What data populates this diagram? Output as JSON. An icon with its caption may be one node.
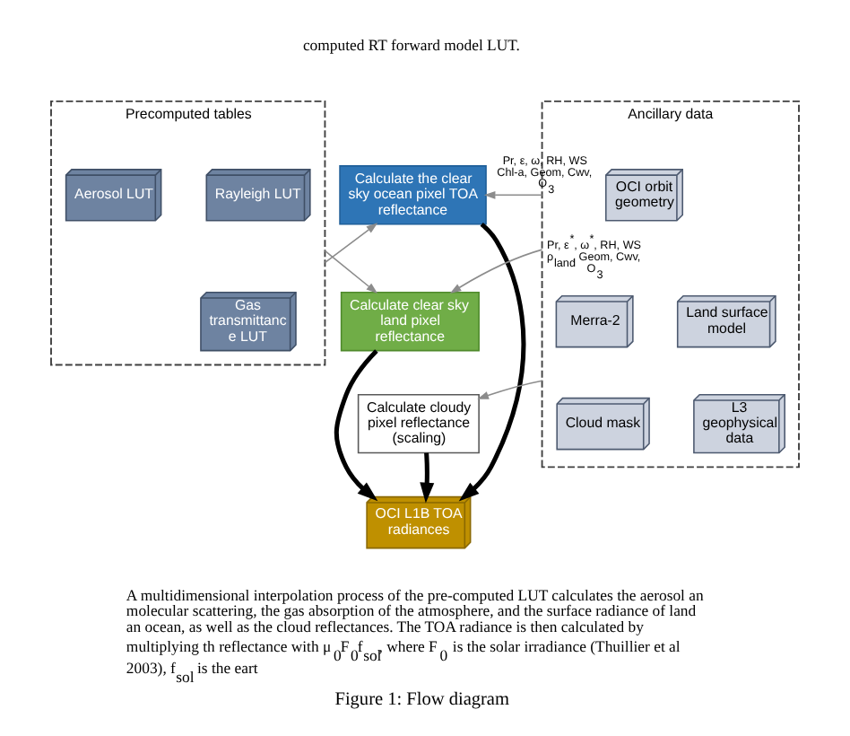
{
  "diagram": {
    "caption": "Figure 1: Flow diagram",
    "nodes": [
      {
        "text": [
          "Ancillary data"
        ]
      },
      {
        "text": [
          "OCI orbit geometry"
        ],
        "in": 0
      },
      {
        "text": [
          "Merra-2"
        ],
        "in": 0
      },
      {
        "text": [
          "Land surface model"
        ],
        "in": 0
      },
      {
        "text": [
          "Cloud mask"
        ],
        "in": 0
      },
      {
        "text": [
          "L3 geophysical data"
        ],
        "in": 0
      },
      {
        "text": [
          "Precomputed tables"
        ]
      },
      {
        "text": [
          "Aerosol LUT"
        ],
        "in": 6
      },
      {
        "text": [
          "Rayleigh LUT"
        ],
        "in": 6
      },
      {
        "text": [
          "Gas transmittanc e LUT"
        ],
        "in": 6
      },
      {
        "text": [
          "Calculate the clear sky ocean pixel TOA reflectance"
        ]
      },
      {
        "text": [
          "Calculate clear sky land pixel reflectance"
        ]
      },
      {
        "text": [
          "Calculate cloudy pixel reflectance (scaling)"
        ]
      },
      {
        "text": [
          "OCI L1B TOA radiances"
        ]
      }
    ],
    "edges": [
      {
        "from": 0,
        "to": 10,
        "arrow": "to",
        "label": "Pr, ε, ω, RH, WS Chl-a, Geom, Cwv, O$_{3}$"
      },
      {
        "from": 0,
        "to": 11,
        "arrow": "to",
        "label": "Pr, ε$^{*}$, ω$^{*}$, RH, WS ρ$_{land}$, Geom, Cwv, O$_{3}$"
      },
      {
        "from": 0,
        "to": 12,
        "arrow": "to"
      },
      {
        "from": 6,
        "to": 10,
        "arrow": "to"
      },
      {
        "from": 6,
        "to": 11,
        "arrow": "to"
      },
      {
        "from": 10,
        "to": 13,
        "arrow": "to",
        "style": "thick",
        "color": "#000000"
      },
      {
        "from": 11,
        "to": 13,
        "arrow": "to",
        "style": "thick",
        "color": "#000000"
      },
      {
        "from": 12,
        "to": 13,
        "arrow": "to",
        "style": "thick",
        "color": "#000000"
      }
    ],
    "labels": [
      "computed RT forward model LUT.",
      "A multidimensional interpolation process of the pre-computed LUT calculates the aerosol an molecular scattering, the gas absorption of the atmosphere, and the surface radiance of land an ocean, as well as the cloud reflectances. The TOA radiance is then calculated by multiplying th reflectance with μ$_{0}$F$_{0}$f$_{sol}$, where F$_{0}$ is the solar irradiance (Thuillier et al 2003), f$_{sol}$ is the eart"
    ]
  }
}
